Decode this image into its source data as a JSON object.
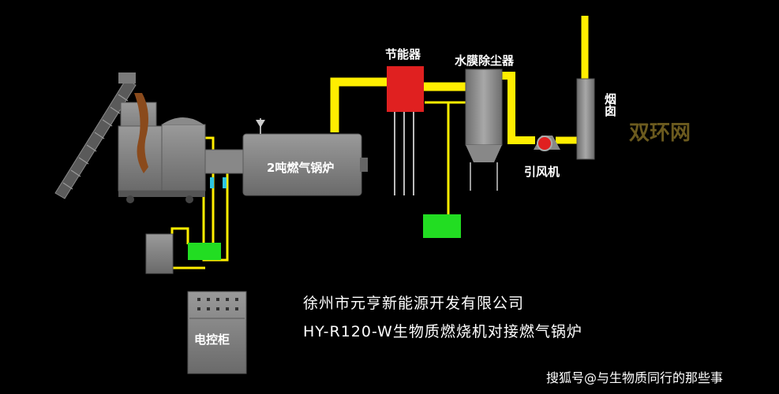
{
  "labels": {
    "economizer": "节能器",
    "dust_collector": "水膜除尘器",
    "chimney": "烟囱",
    "boiler": "2吨燃气锅炉",
    "fan": "引风机",
    "cabinet": "电控柜"
  },
  "company": {
    "line1": "徐州市元亨新能源开发有限公司",
    "line2": "HY-R120-W生物质燃烧机对接燃气锅炉"
  },
  "watermarks": {
    "logo": "双环网",
    "footer": "搜狐号@与生物质同行的那些事"
  },
  "colors": {
    "background": "#000000",
    "pipe": "#ffee00",
    "economizer": "#e02020",
    "water_tank": "#22dd22",
    "equipment": "#7d7d7d",
    "biomass": "#8a4a1c",
    "logo": "#6b5a1e"
  }
}
